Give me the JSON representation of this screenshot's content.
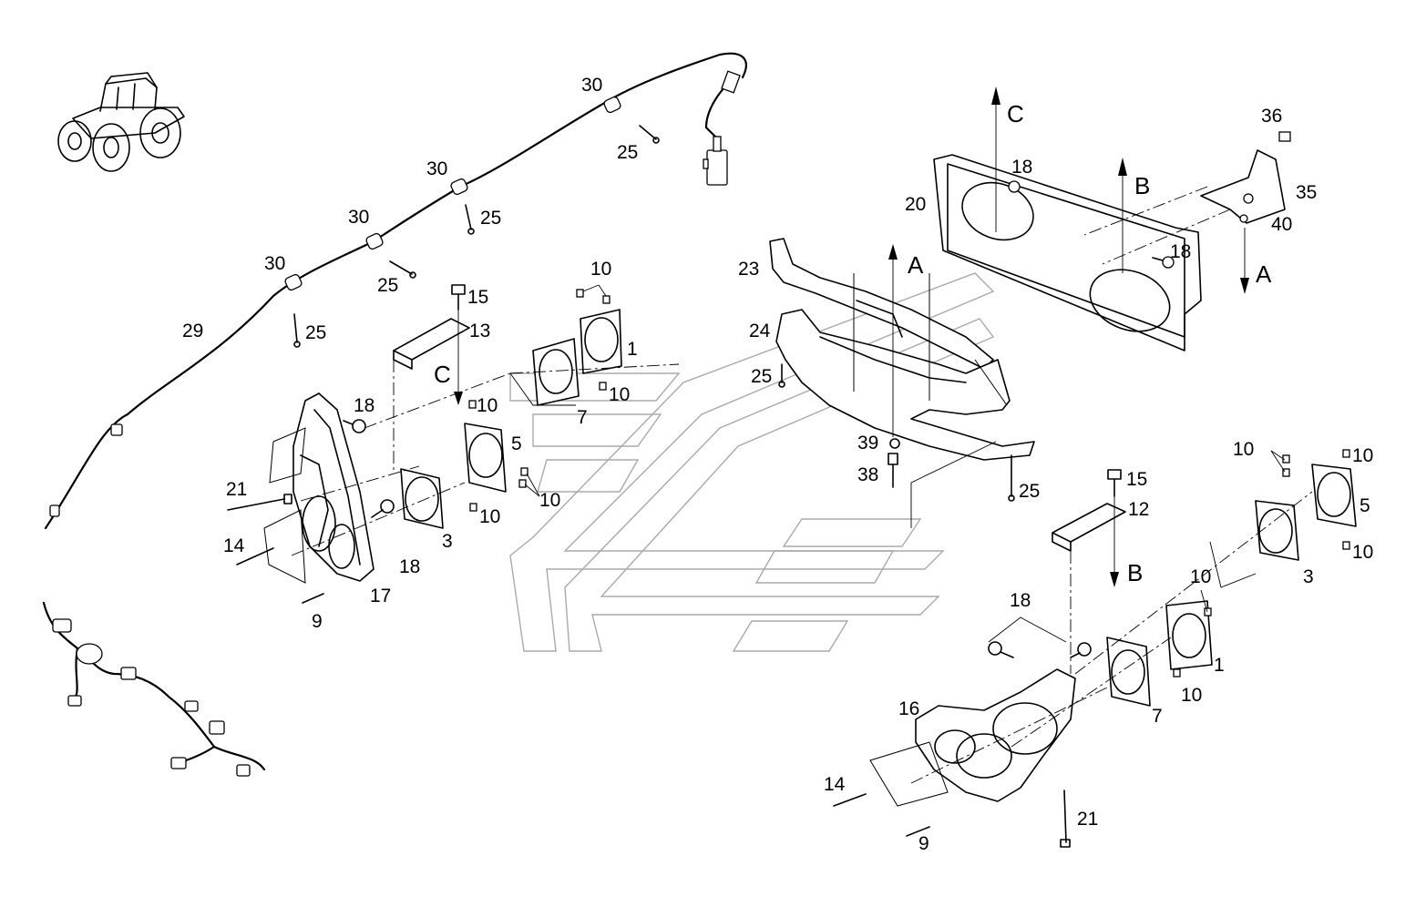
{
  "callouts": [
    {
      "id": "c29",
      "text": "29"
    },
    {
      "id": "c30a",
      "text": "30"
    },
    {
      "id": "c30b",
      "text": "30"
    },
    {
      "id": "c30c",
      "text": "30"
    },
    {
      "id": "c30d",
      "text": "30"
    },
    {
      "id": "c25a",
      "text": "25"
    },
    {
      "id": "c25b",
      "text": "25"
    },
    {
      "id": "c25c",
      "text": "25"
    },
    {
      "id": "c25d",
      "text": "25"
    },
    {
      "id": "c25e",
      "text": "25"
    },
    {
      "id": "c25f",
      "text": "25"
    },
    {
      "id": "c15a",
      "text": "15"
    },
    {
      "id": "c13",
      "text": "13"
    },
    {
      "id": "c10a",
      "text": "10"
    },
    {
      "id": "c10b",
      "text": "10"
    },
    {
      "id": "c10c",
      "text": "10"
    },
    {
      "id": "c10d",
      "text": "10"
    },
    {
      "id": "c10e",
      "text": "10"
    },
    {
      "id": "c1a",
      "text": "1"
    },
    {
      "id": "c7a",
      "text": "7"
    },
    {
      "id": "c5a",
      "text": "5"
    },
    {
      "id": "c3a",
      "text": "3"
    },
    {
      "id": "c18a",
      "text": "18"
    },
    {
      "id": "c18b",
      "text": "18"
    },
    {
      "id": "c21a",
      "text": "21"
    },
    {
      "id": "c14a",
      "text": "14"
    },
    {
      "id": "c17",
      "text": "17"
    },
    {
      "id": "c9a",
      "text": "9"
    },
    {
      "id": "c23",
      "text": "23"
    },
    {
      "id": "c24",
      "text": "24"
    },
    {
      "id": "c39",
      "text": "39"
    },
    {
      "id": "c38",
      "text": "38"
    },
    {
      "id": "c20",
      "text": "20"
    },
    {
      "id": "c18c",
      "text": "18"
    },
    {
      "id": "c18d",
      "text": "18"
    },
    {
      "id": "c36",
      "text": "36"
    },
    {
      "id": "c35",
      "text": "35"
    },
    {
      "id": "c40",
      "text": "40"
    },
    {
      "id": "c15b",
      "text": "15"
    },
    {
      "id": "c12",
      "text": "12"
    },
    {
      "id": "c10f",
      "text": "10"
    },
    {
      "id": "c10g",
      "text": "10"
    },
    {
      "id": "c10h",
      "text": "10"
    },
    {
      "id": "c10i",
      "text": "10"
    },
    {
      "id": "c10j",
      "text": "10"
    },
    {
      "id": "c5b",
      "text": "5"
    },
    {
      "id": "c3b",
      "text": "3"
    },
    {
      "id": "c1b",
      "text": "1"
    },
    {
      "id": "c7b",
      "text": "7"
    },
    {
      "id": "c18e",
      "text": "18"
    },
    {
      "id": "c16",
      "text": "16"
    },
    {
      "id": "c14b",
      "text": "14"
    },
    {
      "id": "c9b",
      "text": "9"
    },
    {
      "id": "c21b",
      "text": "21"
    }
  ],
  "section_arrows": {
    "c_top": "C",
    "b_top": "B",
    "a_top": "A",
    "a_right": "A",
    "c_left": "C",
    "b_right": "B"
  },
  "icons": {
    "tractor": "tractor-icon",
    "watermark": "brand-watermark"
  }
}
